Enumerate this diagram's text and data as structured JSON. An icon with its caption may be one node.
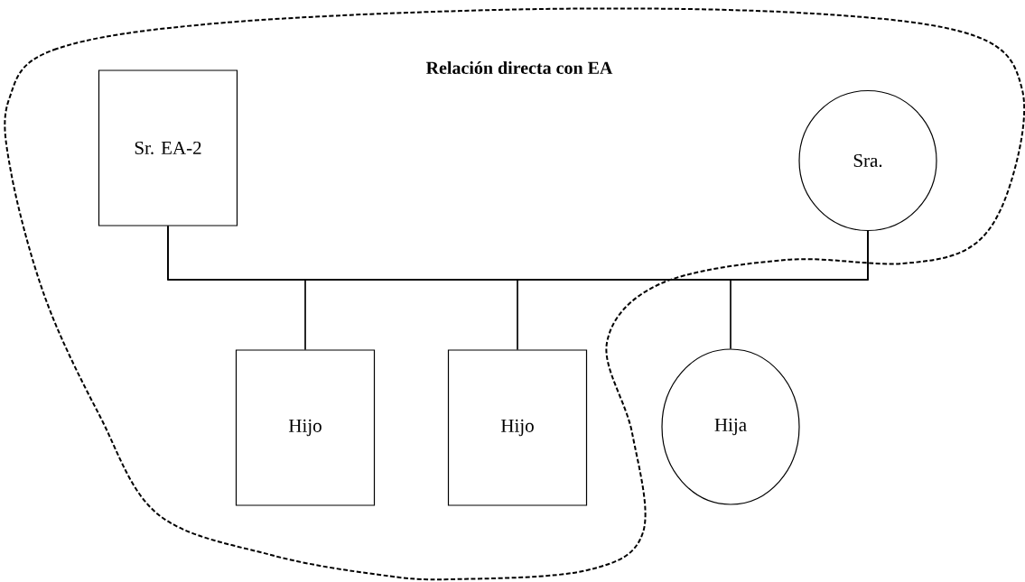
{
  "diagram": {
    "nodes": [
      {
        "text": [
          "Relación directa con EA"
        ]
      },
      {
        "text": [
          "Sr. EA-2"
        ],
        "in": 0
      },
      {
        "text": [
          "Sra."
        ],
        "in": 0
      },
      {
        "text": [
          "Hijo"
        ],
        "in": 0
      },
      {
        "text": [
          "Hijo"
        ],
        "in": 0
      },
      {
        "text": [
          "Hija"
        ]
      }
    ],
    "edges": [
      {
        "from": 1,
        "to": 2,
        "arrow": "none"
      },
      {
        "from": 1,
        "to": 3,
        "arrow": "none"
      },
      {
        "from": 1,
        "to": 4,
        "arrow": "none"
      },
      {
        "from": 1,
        "to": 5,
        "arrow": "none"
      },
      {
        "from": 2,
        "to": 3,
        "arrow": "none"
      },
      {
        "from": 2,
        "to": 4,
        "arrow": "none"
      },
      {
        "from": 2,
        "to": 5,
        "arrow": "none"
      }
    ]
  }
}
